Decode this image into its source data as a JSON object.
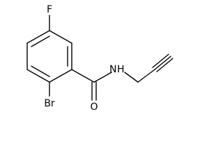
{
  "molecule": {
    "atoms": {
      "fluorine": "F",
      "bromine": "Br",
      "oxygen": "O",
      "nitrogen": "N",
      "hydrogen": "H"
    }
  },
  "colors": {
    "bond": "#000000",
    "label": "#000000",
    "background": "#ffffff"
  }
}
